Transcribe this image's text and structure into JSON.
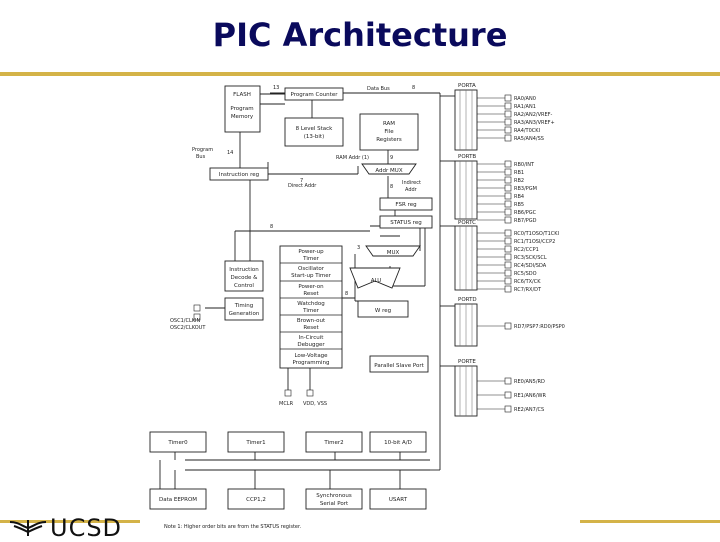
{
  "slide": {
    "title": "PIC Architecture",
    "accent_color": "#0a0a5c",
    "rule_color": "#d4b348",
    "logo_text": "UCSD",
    "logo_icon": "triton-trident-icon"
  },
  "diagram": {
    "blocks": {
      "flash": [
        "FLASH",
        "Program",
        "Memory"
      ],
      "program_counter": "Program Counter",
      "stack": [
        "8 Level Stack",
        "(13-bit)"
      ],
      "ram": [
        "RAM",
        "File",
        "Registers"
      ],
      "instruction_reg": "Instruction reg",
      "fsr_reg": "FSR reg",
      "status_reg": "STATUS reg",
      "addr_mux": "Addr MUX",
      "mux": "MUX",
      "alu": "ALU",
      "w_reg": "W reg",
      "decode": [
        "Instruction",
        "Decode &",
        "Control"
      ],
      "timing": [
        "Timing",
        "Generation"
      ],
      "power_stack": [
        [
          "Power-up",
          "Timer"
        ],
        [
          "Oscillator",
          "Start-up Timer"
        ],
        [
          "Power-on",
          "Reset"
        ],
        [
          "Watchdog",
          "Timer"
        ],
        [
          "Brown-out",
          "Reset"
        ],
        [
          "In-Circuit",
          "Debugger"
        ],
        [
          "Low-Voltage",
          "Programming"
        ]
      ],
      "parallel_slave": "Parallel Slave Port",
      "timer0": "Timer0",
      "timer1": "Timer1",
      "timer2": "Timer2",
      "ad": "10-bit A/D",
      "eeprom": "Data EEPROM",
      "ccp": "CCP1,2",
      "ssp": [
        "Synchronous",
        "Serial Port"
      ],
      "usart": "USART"
    },
    "labels": {
      "data_bus": "Data Bus",
      "bus_13": "13",
      "bus_8_top": "8",
      "program_bus": [
        "Program",
        "Bus"
      ],
      "bus_14": "14",
      "ram_addr": "RAM Addr (1)",
      "bus_9": "9",
      "direct_addr": "Direct Addr",
      "bus_7": "7",
      "bus_8_indirect": "8",
      "indirect_addr": [
        "Indirect",
        "Addr"
      ],
      "bus_8_left": "8",
      "bus_3": "3",
      "bus_8_alu": "8",
      "osc_pins": [
        "OSC1/CLKIN",
        "OSC2/CLKOUT"
      ],
      "mclr": "MCLR",
      "vdd": "VDD, VSS",
      "note": "Note  1:  Higher order bits are from the STATUS register."
    },
    "ports": [
      {
        "name": "PORTA",
        "pins": [
          "RA0/AN0",
          "RA1/AN1",
          "RA2/AN2/VREF-",
          "RA3/AN3/VREF+",
          "RA4/T0CKI",
          "RA5/AN4/SS"
        ]
      },
      {
        "name": "PORTB",
        "pins": [
          "RB0/INT",
          "RB1",
          "RB2",
          "RB3/PGM",
          "RB4",
          "RB5",
          "RB6/PGC",
          "RB7/PGD"
        ]
      },
      {
        "name": "PORTC",
        "pins": [
          "RC0/T1OSO/T1CKI",
          "RC1/T1OSI/CCP2",
          "RC2/CCP1",
          "RC3/SCK/SCL",
          "RC4/SDI/SDA",
          "RC5/SDO",
          "RC6/TX/CK",
          "RC7/RX/DT"
        ]
      },
      {
        "name": "PORTD",
        "pins": [
          "RD7/PSP7:RD0/PSP0"
        ]
      },
      {
        "name": "PORTE",
        "pins": [
          "RE0/AN5/RD",
          "RE1/AN6/WR",
          "RE2/AN7/CS"
        ]
      }
    ]
  }
}
